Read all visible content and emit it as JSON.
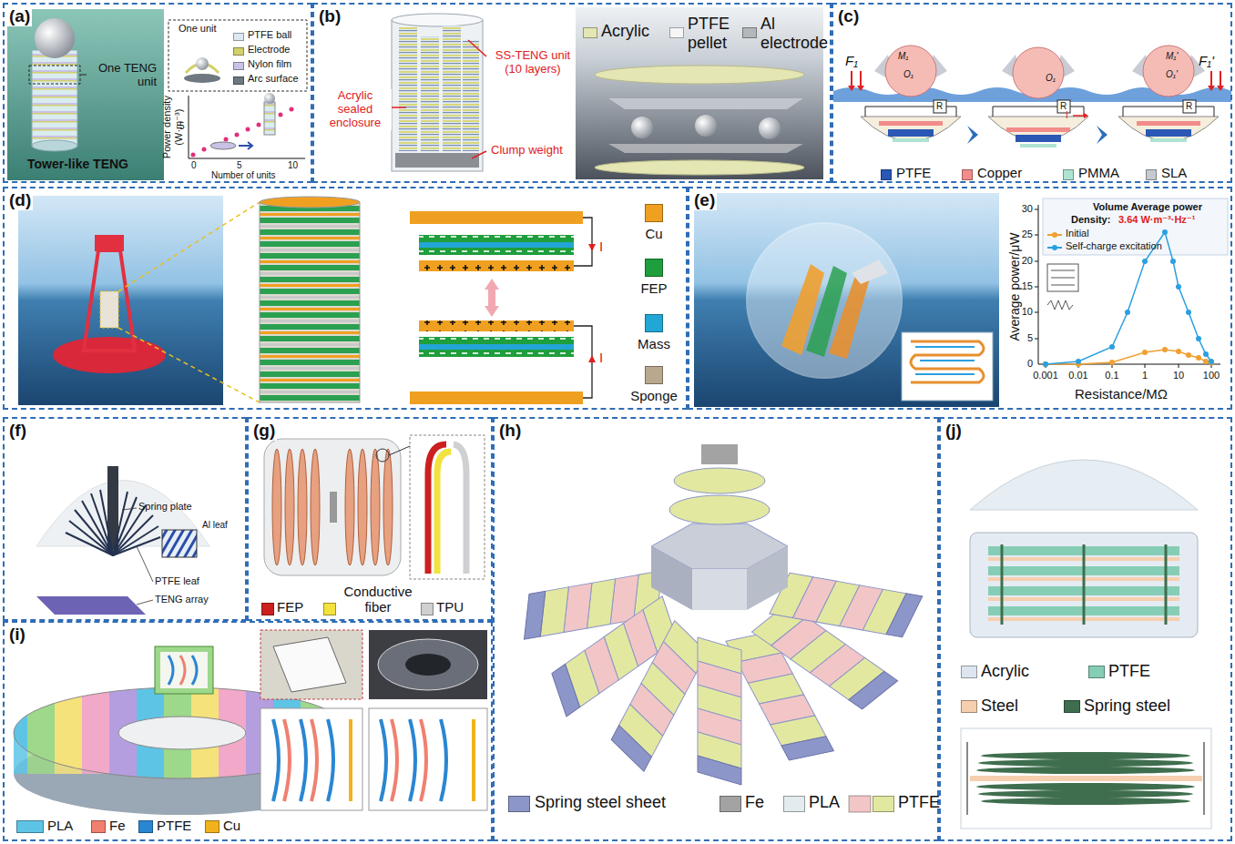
{
  "diagram": {
    "nodes": [
      {
        "text": [
          "(a)"
        ]
      },
      {
        "text": [
          "(b)"
        ]
      },
      {
        "text": [
          "(c)"
        ]
      },
      {
        "text": [
          "(d)"
        ]
      },
      {
        "text": [
          "(e)"
        ]
      },
      {
        "text": [
          "(f)"
        ]
      },
      {
        "text": [
          "(g)"
        ]
      },
      {
        "text": [
          "(h)"
        ]
      },
      {
        "text": [
          "(i)"
        ]
      },
      {
        "text": [
          "(j)"
        ]
      }
    ],
    "labels": [
      "One unit",
      "One TENG unit",
      "Tower-like TENG",
      "Power density (W·m⁻³)",
      "5",
      "0",
      "5",
      "10",
      "Number of units",
      "Acrylic sealed enclosure",
      "SS-TENG unit (10 layers)",
      "Clump weight",
      "F₁",
      "M₁",
      "O₁",
      "O₁",
      "M₁'",
      "O₁'",
      "F₁'",
      "R",
      "R",
      "I",
      "R",
      "I",
      "I",
      "Volume Average power",
      "Density:",
      "3.64 W·m⁻³·Hz⁻¹",
      "Average power/μW",
      "30",
      "25",
      "20",
      "15",
      "10",
      "5",
      "0",
      "0.001",
      "0.01",
      "0.1",
      "1",
      "10",
      "100",
      "Resistance/MΩ",
      "Spring plate",
      "Al leaf",
      "PTFE leaf",
      "TENG array"
    ],
    "legend": [
      {
        "text": "PTFE ball",
        "color": "#dde8f2"
      },
      {
        "text": "Electrode",
        "color": "#d4d06a"
      },
      {
        "text": "Nylon film",
        "color": "#c9c2e6"
      },
      {
        "text": "Arc surface",
        "color": "#6f7780"
      },
      {
        "text": "Acrylic",
        "color": "#e4e6b4"
      },
      {
        "text": "PTFE pellet",
        "color": "#f5f5f5"
      },
      {
        "text": "Al electrode",
        "color": "#b4b6ba"
      },
      {
        "text": "PTFE",
        "color": "#2b57b5"
      },
      {
        "text": "Copper",
        "color": "#f28c8a"
      },
      {
        "text": "PMMA",
        "color": "#aee3d2"
      },
      {
        "text": "SLA",
        "color": "#c6c8d2"
      },
      {
        "text": "Cu",
        "color": "#f0a020"
      },
      {
        "text": "FEP",
        "color": "#1e9e3c"
      },
      {
        "text": "Mass",
        "color": "#22a6d6"
      },
      {
        "text": "Sponge",
        "color": "#b9a88e"
      },
      {
        "text": "Initial"
      },
      {
        "text": "Self-charge excitation"
      },
      {
        "text": "FEP",
        "color": "#cc1f1f"
      },
      {
        "text": "Conductive fiber",
        "color": "#f2e23e"
      },
      {
        "text": "TPU",
        "color": "#cfd0d2"
      },
      {
        "text": "Spring steel sheet",
        "color": "#8d96c8"
      },
      {
        "text": "Fe",
        "color": "#a3a3a3"
      },
      {
        "text": "PLA",
        "color": "#e3ebef"
      },
      {
        "text": "PTFE",
        "color": "#e3e8a0"
      },
      {
        "text": "PLA",
        "color": "#5ec4e6"
      },
      {
        "text": "Fe",
        "color": "#f08070"
      },
      {
        "text": "PTFE",
        "color": "#2a86d2"
      },
      {
        "text": "Cu",
        "color": "#f2b21e"
      },
      {
        "text": "Acrylic",
        "color": "#dde6ef"
      },
      {
        "text": "PTFE",
        "color": "#86cdb5"
      },
      {
        "text": "Steel",
        "color": "#f6cfae"
      },
      {
        "text": "Spring steel",
        "color": "#3f6e4e"
      }
    ]
  }
}
